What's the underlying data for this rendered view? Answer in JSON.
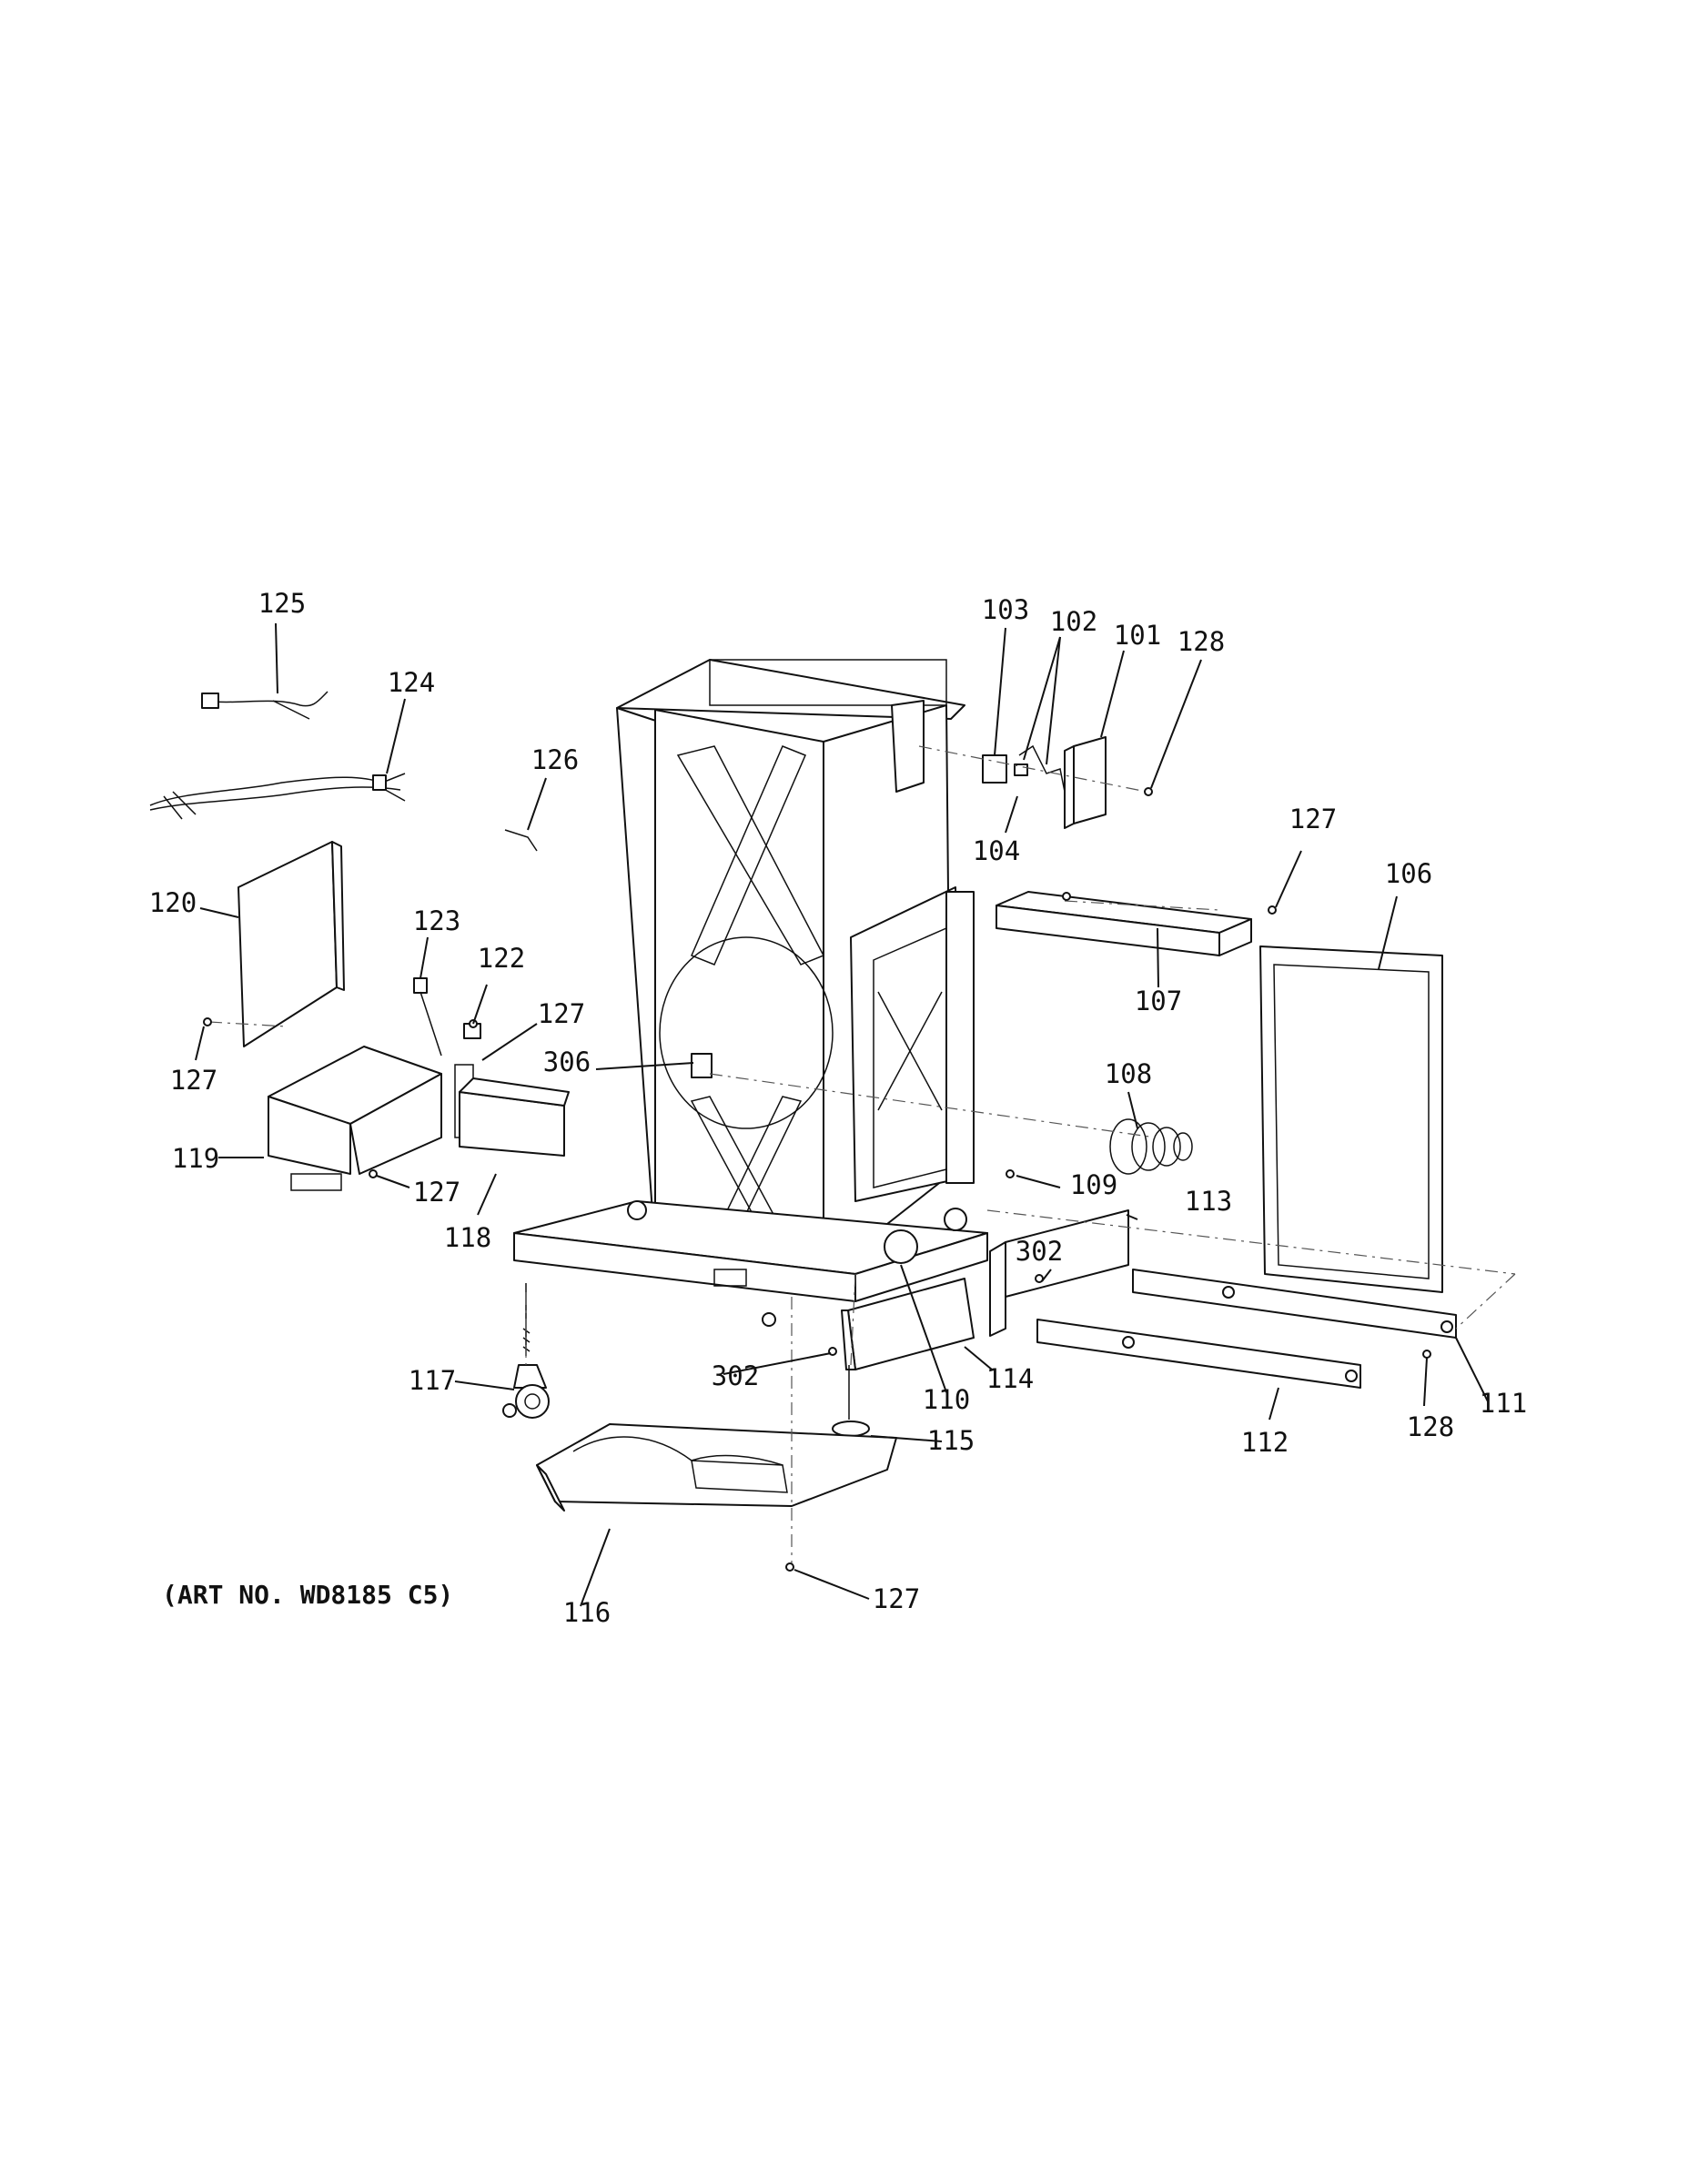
{
  "caption": "(ART NO. WD8185 C5)",
  "callouts": {
    "c101": "101",
    "c102": "102",
    "c103": "103",
    "c104": "104",
    "c106": "106",
    "c107": "107",
    "c108": "108",
    "c109": "109",
    "c110": "110",
    "c111": "111",
    "c112": "112",
    "c113": "113",
    "c114": "114",
    "c115": "115",
    "c116": "116",
    "c117": "117",
    "c118": "118",
    "c119": "119",
    "c120": "120",
    "c122": "122",
    "c123": "123",
    "c124": "124",
    "c125": "125",
    "c126": "126",
    "c127a": "127",
    "c127b": "127",
    "c127c": "127",
    "c127d": "127",
    "c127e": "127",
    "c128a": "128",
    "c128b": "128",
    "c302a": "302",
    "c302b": "302",
    "c306": "306"
  }
}
